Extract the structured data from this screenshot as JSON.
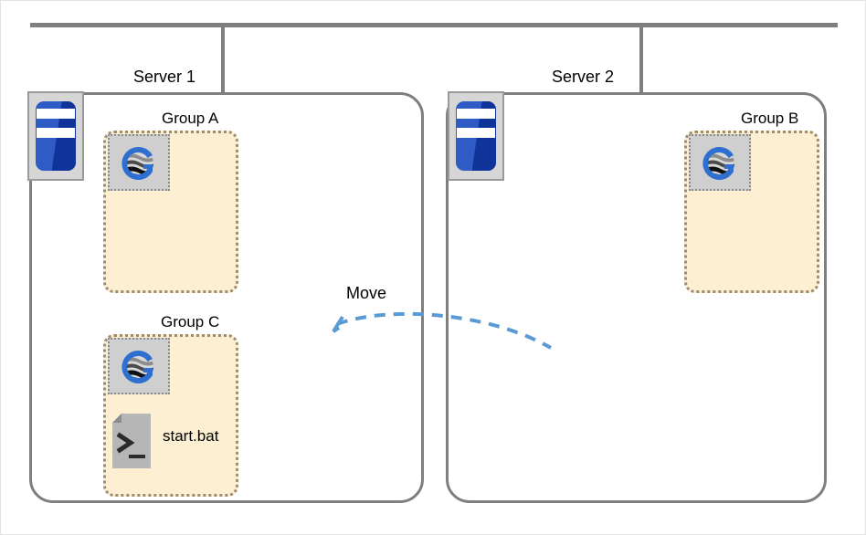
{
  "diagram": {
    "title_elements": {
      "server_1_label": "Server 1",
      "server_2_label": "Server 2"
    },
    "network": {
      "bus_icon": "network-bus-line",
      "drop_1_icon": "drop-line",
      "drop_2_icon": "drop-line"
    },
    "servers": [
      {
        "id": "server-1",
        "label": "Server 1",
        "icon": "server-icon",
        "groups": [
          {
            "id": "group-a",
            "label": "Group A",
            "app_icon": "globe-g-app-icon",
            "files": []
          },
          {
            "id": "group-c",
            "label": "Group C",
            "app_icon": "globe-g-app-icon",
            "files": [
              {
                "name": "start.bat",
                "icon": "batch-file-icon"
              }
            ]
          }
        ]
      },
      {
        "id": "server-2",
        "label": "Server 2",
        "icon": "server-icon",
        "groups": [
          {
            "id": "group-b",
            "label": "Group B",
            "app_icon": "globe-g-app-icon",
            "files": []
          }
        ]
      }
    ],
    "annotation": {
      "move_label": "Move",
      "arrow_icon": "curved-dashed-arrow",
      "arrow_direction": "right-to-left"
    },
    "colors": {
      "line_gray": "#7f7f7f",
      "group_fill": "#fcefd2",
      "group_border": "#9c8c72",
      "icon_selected_bg": "#cfcfcf",
      "server_blue": "#2f5bc4",
      "server_blue_dark": "#0f3399",
      "arrow_blue": "#5b9bd5",
      "bat_gray": "#b6b6b6",
      "canvas_border": "#e3e3e3"
    }
  }
}
